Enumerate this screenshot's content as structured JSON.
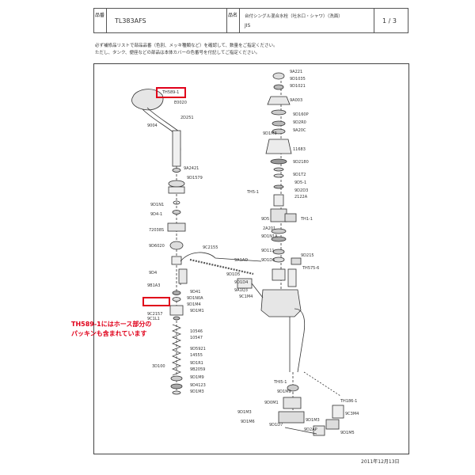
{
  "header": {
    "product_label": "品番",
    "product_code": "TL383AFS",
    "name_label": "品名",
    "name_text": "台付シングル混合水栓（吐水口・シャワ）（洗面）",
    "jis": "JIS",
    "page": "1 / 3"
  },
  "notes": [
    "必ず補修品リストで部品品番（色別、メッキ種類など）を確認して、数量をご指定ください。",
    "ただし、タンク、便座などの部品は本体カバーの色番号を付記してご指定ください。"
  ],
  "highlight_part": "TH589-1",
  "callout": {
    "line1": "TH589-1にはホース部分の",
    "line2": "パッキンも含まれています"
  },
  "left_parts": [
    "TH589-1",
    "E0020",
    "2D251",
    "9004",
    "9A2421",
    "9D1579",
    "9D1N1",
    "9D4-1",
    "72038S",
    "9D6020",
    "9D4",
    "9C2155",
    "9B1A3",
    "9C2157",
    "9D1N0A",
    "9D1M4",
    "10546",
    "10547",
    "9D5921",
    "14555",
    "9D1R1",
    "9B2059",
    "9D1M9",
    "3D100",
    "9D4123",
    "9D41",
    "9D1M1",
    "9C1L1",
    "9D1M3"
  ],
  "right_parts": [
    "9A221",
    "9D1035",
    "9D1021",
    "9A003",
    "9D160P",
    "9D2R0",
    "9A20C",
    "9D1M3",
    "11683",
    "9D2180",
    "9D1T2",
    "TH5-1",
    "9D5-1",
    "9D2D3",
    "2122A",
    "TH1-1",
    "9D5",
    "2A201",
    "9D1N1A",
    "9D111",
    "9D1D6",
    "9D215",
    "TH575-6",
    "9A1AD",
    "9D1D5",
    "9D1D4",
    "9A1Q3",
    "9C1M4",
    "THI5-1",
    "9D1M9",
    "9D0M1",
    "9D1M3",
    "9D1M6",
    "9D1D7",
    "9D1M3",
    "9D2AP",
    "TH186-1",
    "9C3M4",
    "9D1M5"
  ],
  "date": "2011年12月13日"
}
